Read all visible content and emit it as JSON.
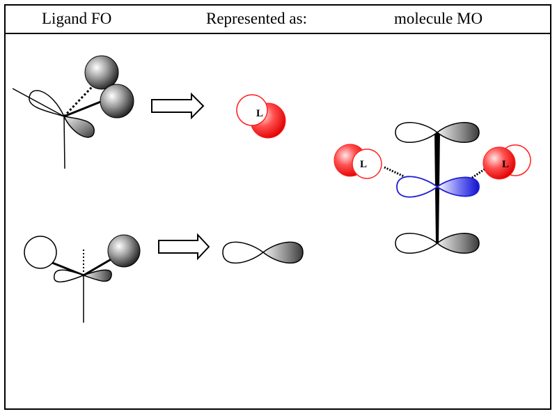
{
  "header": {
    "col1": "Ligand FO",
    "col2": "Represented as:",
    "col3": "molecule MO"
  },
  "labels": {
    "ligand": "L"
  },
  "colors": {
    "red_lobe": "#ff2020",
    "blue_lobe": "#2020d0",
    "grey_lobe": "#808080",
    "outline": "#000000"
  }
}
